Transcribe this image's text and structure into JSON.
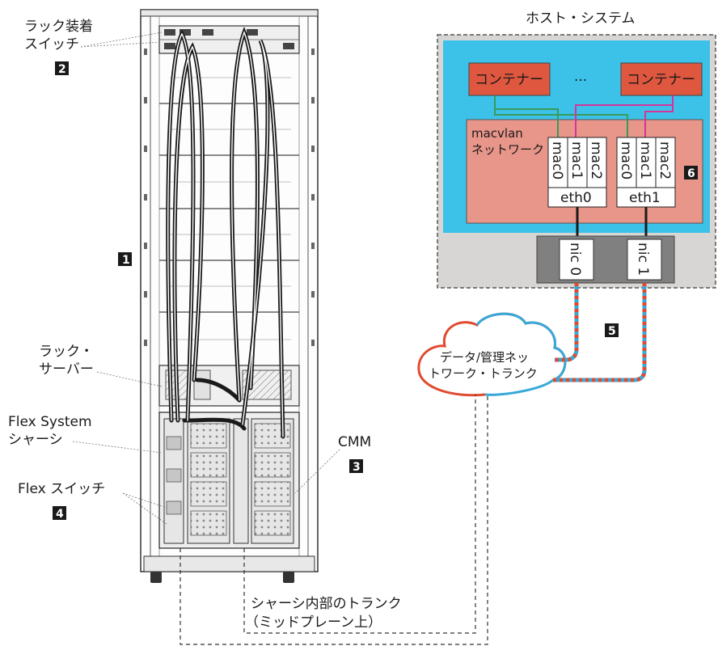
{
  "labels": {
    "rack_switch": [
      "ラック装着",
      "スイッチ"
    ],
    "rack_server": [
      "ラック・",
      "サーバー"
    ],
    "flex_chassis": [
      "Flex System",
      "シャーシ"
    ],
    "flex_switch": "Flex スイッチ",
    "cmm": "CMM",
    "host_system": "ホスト・システム",
    "container": "コンテナー",
    "ellipsis": "...",
    "macvlan": [
      "macvlan",
      "ネットワーク"
    ],
    "mac": [
      "mac0",
      "mac1",
      "mac2"
    ],
    "eth": [
      "eth0",
      "eth1"
    ],
    "nic": [
      "nic 0",
      "nic 1"
    ],
    "trunk_cloud": [
      "データ/管理ネッ",
      "トワーク・トランク"
    ],
    "chassis_trunk": [
      "シャーシ内部のトランク",
      "（ミッドプレーン上）"
    ]
  },
  "callouts": {
    "rack": "1",
    "rack_switch": "2",
    "cmm": "3",
    "flex_switch": "4",
    "trunk": "5",
    "macvlan": "6"
  },
  "colors": {
    "host_border": "#555555",
    "host_bg": "#d7d6d4",
    "blue_panel": "#3cc2e8",
    "container_fill": "#e0573f",
    "macvlan_fill": "#e8958a",
    "nic_bar": "#808080",
    "green_link": "#3a9a5a",
    "magenta_link": "#d6339b",
    "cable_red": "#e04a2e",
    "cable_blue": "#37a9d9",
    "cable_black": "#1a1a1a"
  },
  "icons": [
    "server-rack-icon",
    "cloud-icon"
  ]
}
